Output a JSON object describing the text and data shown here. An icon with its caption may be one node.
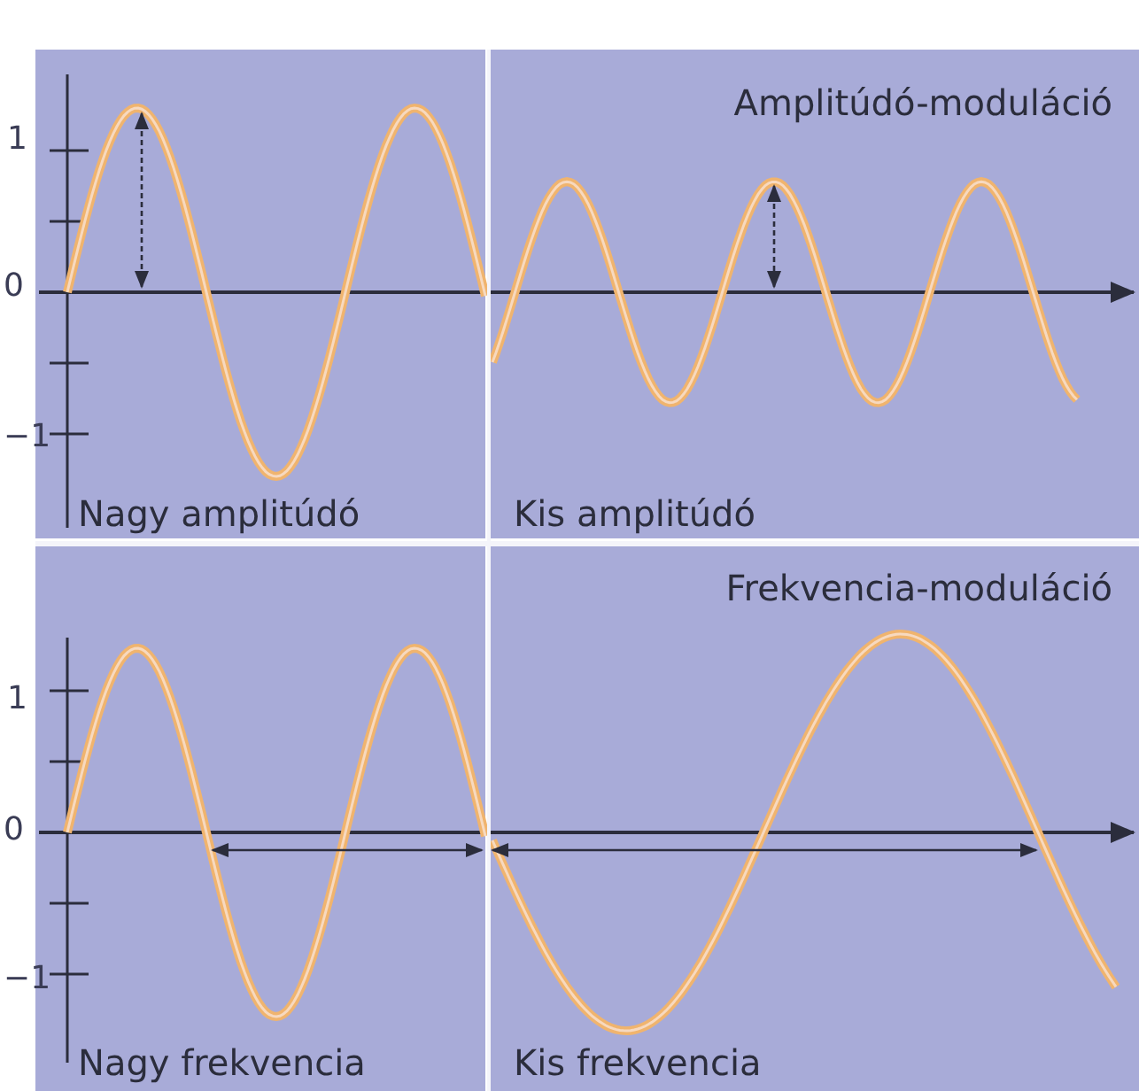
{
  "diagram": {
    "labels": [
      "Amplitúdó-moduláció",
      "1",
      "0",
      "−1",
      "Nagy amplitúdó",
      "Kis amplitúdó",
      "Frekvencia-moduláció",
      "1",
      "0",
      "−1",
      "Nagy frekvencia",
      "Kis frekvencia"
    ]
  }
}
